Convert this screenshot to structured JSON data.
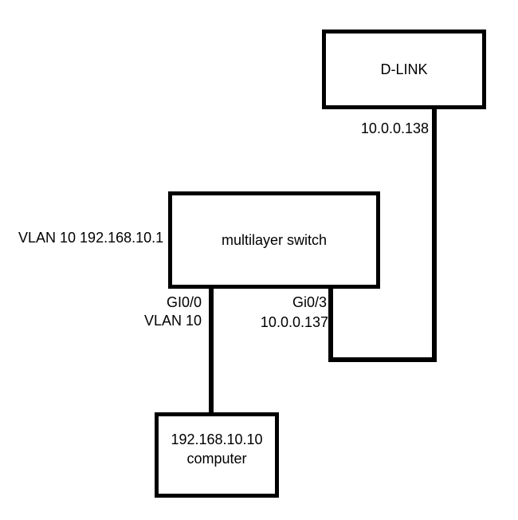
{
  "diagram": {
    "title": "network-topology",
    "background_color": "#ffffff",
    "line_color": "#000000",
    "nodes": {
      "dlink": {
        "label": "D-LINK"
      },
      "switch": {
        "label": "multilayer switch"
      },
      "computer": {
        "ip": "192.168.10.10",
        "label": "computer"
      }
    },
    "labels": {
      "dlink_ip": "10.0.0.138",
      "switch_vlan_ip": "VLAN 10 192.168.10.1",
      "port_left_name": "GI0/0",
      "port_left_vlan": "VLAN 10",
      "port_right_name": "Gi0/3",
      "port_right_ip": "10.0.0.137"
    },
    "links": [
      {
        "from": "switch:Gi0/3",
        "to": "dlink"
      },
      {
        "from": "switch:GI0/0",
        "to": "computer"
      }
    ]
  }
}
